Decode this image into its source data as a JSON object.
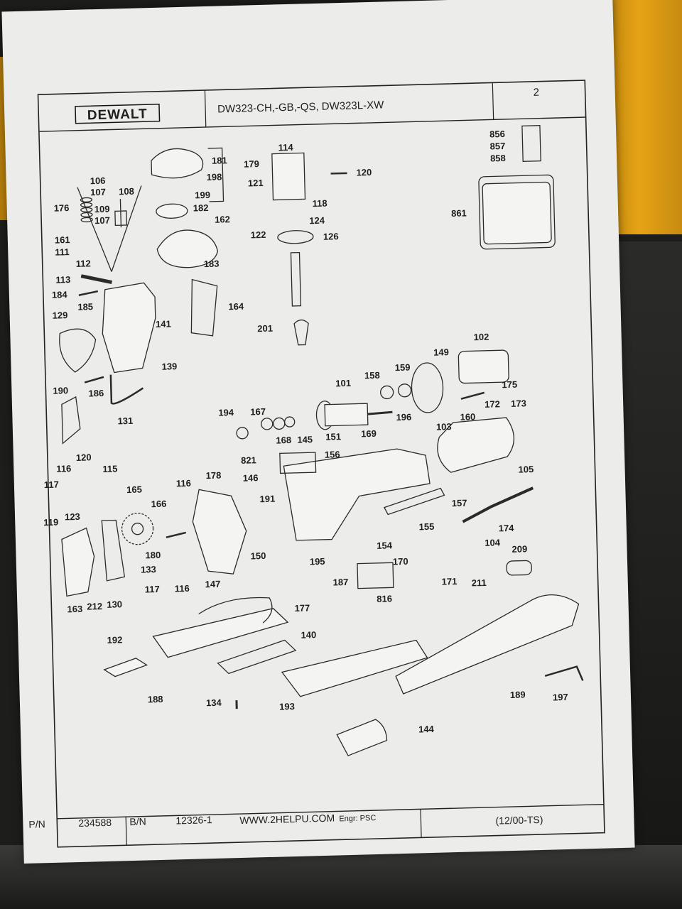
{
  "header": {
    "brand": "DEWALT",
    "model": "DW323-CH,-GB,-QS, DW323L-XW",
    "page_number": "2"
  },
  "footer": {
    "pn_label": "P/N",
    "pn_value": "234588",
    "bn_label": "B/N",
    "bn_value": "12326-1",
    "website": "WWW.2HELPU.COM",
    "engr": "Engr:  PSC",
    "revision": "(12/00-TS)"
  },
  "labels": [
    {
      "id": "l106",
      "text": "106"
    },
    {
      "id": "l107a",
      "text": "107"
    },
    {
      "id": "l176",
      "text": "176"
    },
    {
      "id": "l109",
      "text": "109"
    },
    {
      "id": "l107b",
      "text": "107"
    },
    {
      "id": "l108",
      "text": "108"
    },
    {
      "id": "l161",
      "text": "161"
    },
    {
      "id": "l111",
      "text": "111"
    },
    {
      "id": "l112",
      "text": "112"
    },
    {
      "id": "l113",
      "text": "113"
    },
    {
      "id": "l184",
      "text": "184"
    },
    {
      "id": "l185",
      "text": "185"
    },
    {
      "id": "l129",
      "text": "129"
    },
    {
      "id": "l141",
      "text": "141"
    },
    {
      "id": "l139",
      "text": "139"
    },
    {
      "id": "l186",
      "text": "186"
    },
    {
      "id": "l131",
      "text": "131"
    },
    {
      "id": "l190",
      "text": "190"
    },
    {
      "id": "l181",
      "text": "181"
    },
    {
      "id": "l179",
      "text": "179"
    },
    {
      "id": "l198",
      "text": "198"
    },
    {
      "id": "l199",
      "text": "199"
    },
    {
      "id": "l182",
      "text": "182"
    },
    {
      "id": "l162",
      "text": "162"
    },
    {
      "id": "l183",
      "text": "183"
    },
    {
      "id": "l164",
      "text": "164"
    },
    {
      "id": "l114",
      "text": "114"
    },
    {
      "id": "l120a",
      "text": "120"
    },
    {
      "id": "l121",
      "text": "121"
    },
    {
      "id": "l118",
      "text": "118"
    },
    {
      "id": "l124",
      "text": "124"
    },
    {
      "id": "l122",
      "text": "122"
    },
    {
      "id": "l126",
      "text": "126"
    },
    {
      "id": "l201",
      "text": "201"
    },
    {
      "id": "l856",
      "text": "856"
    },
    {
      "id": "l857",
      "text": "857"
    },
    {
      "id": "l858",
      "text": "858"
    },
    {
      "id": "l861",
      "text": "861"
    },
    {
      "id": "l102",
      "text": "102"
    },
    {
      "id": "l149",
      "text": "149"
    },
    {
      "id": "l159",
      "text": "159"
    },
    {
      "id": "l158",
      "text": "158"
    },
    {
      "id": "l101",
      "text": "101"
    },
    {
      "id": "l175",
      "text": "175"
    },
    {
      "id": "l172",
      "text": "172"
    },
    {
      "id": "l173",
      "text": "173"
    },
    {
      "id": "l194",
      "text": "194"
    },
    {
      "id": "l167",
      "text": "167"
    },
    {
      "id": "l168",
      "text": "168"
    },
    {
      "id": "l145",
      "text": "145"
    },
    {
      "id": "l151",
      "text": "151"
    },
    {
      "id": "l196",
      "text": "196"
    },
    {
      "id": "l169",
      "text": "169"
    },
    {
      "id": "l103",
      "text": "103"
    },
    {
      "id": "l160",
      "text": "160"
    },
    {
      "id": "l821",
      "text": "821"
    },
    {
      "id": "l156",
      "text": "156"
    },
    {
      "id": "l116a",
      "text": "116"
    },
    {
      "id": "l120b",
      "text": "120"
    },
    {
      "id": "l115",
      "text": "115"
    },
    {
      "id": "l117a",
      "text": "117"
    },
    {
      "id": "l119",
      "text": "119"
    },
    {
      "id": "l123",
      "text": "123"
    },
    {
      "id": "l165",
      "text": "165"
    },
    {
      "id": "l166",
      "text": "166"
    },
    {
      "id": "l116b",
      "text": "116"
    },
    {
      "id": "l178",
      "text": "178"
    },
    {
      "id": "l146",
      "text": "146"
    },
    {
      "id": "l191",
      "text": "191"
    },
    {
      "id": "l105",
      "text": "105"
    },
    {
      "id": "l157",
      "text": "157"
    },
    {
      "id": "l155",
      "text": "155"
    },
    {
      "id": "l174",
      "text": "174"
    },
    {
      "id": "l154",
      "text": "154"
    },
    {
      "id": "l104",
      "text": "104"
    },
    {
      "id": "l209",
      "text": "209"
    },
    {
      "id": "l170",
      "text": "170"
    },
    {
      "id": "l180",
      "text": "180"
    },
    {
      "id": "l133",
      "text": "133"
    },
    {
      "id": "l117b",
      "text": "117"
    },
    {
      "id": "l116c",
      "text": "116"
    },
    {
      "id": "l150",
      "text": "150"
    },
    {
      "id": "l195",
      "text": "195"
    },
    {
      "id": "l147",
      "text": "147"
    },
    {
      "id": "l187",
      "text": "187"
    },
    {
      "id": "l171",
      "text": "171"
    },
    {
      "id": "l211",
      "text": "211"
    },
    {
      "id": "l163",
      "text": "163"
    },
    {
      "id": "l212",
      "text": "212"
    },
    {
      "id": "l130",
      "text": "130"
    },
    {
      "id": "l177",
      "text": "177"
    },
    {
      "id": "l816",
      "text": "816"
    },
    {
      "id": "l192",
      "text": "192"
    },
    {
      "id": "l140",
      "text": "140"
    },
    {
      "id": "l188",
      "text": "188"
    },
    {
      "id": "l189",
      "text": "189"
    },
    {
      "id": "l197",
      "text": "197"
    },
    {
      "id": "l134",
      "text": "134"
    },
    {
      "id": "l193",
      "text": "193"
    },
    {
      "id": "l144",
      "text": "144"
    }
  ]
}
